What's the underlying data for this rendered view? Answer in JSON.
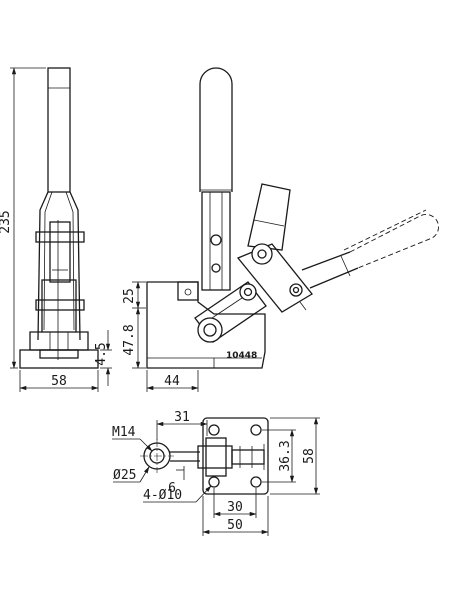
{
  "part_number": "10448",
  "dimensions": {
    "overall_height": "235",
    "base_width": "58",
    "base_thickness": "4.5",
    "pivot_height": "25",
    "body_height": "47.8",
    "body_depth": "44",
    "handle_offset": "31",
    "thread": "M14",
    "spindle_dia": "Ø25",
    "offset_6": "6",
    "holes": "4-Ø10",
    "hole_spacing_x": "30",
    "plate_width": "50",
    "hole_spacing_y": "36.3",
    "plate_length": "58"
  }
}
